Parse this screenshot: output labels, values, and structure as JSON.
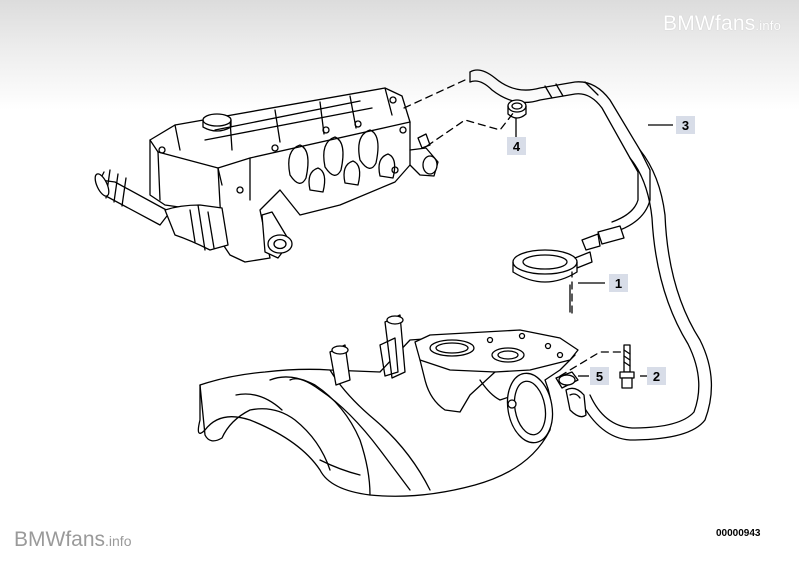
{
  "watermark_top": {
    "brand": "BMWfans",
    "suffix": ".info"
  },
  "watermark_bottom": {
    "brand": "BMWfans",
    "suffix": ".info"
  },
  "diagram_code": "00000943",
  "callouts": [
    {
      "id": "1",
      "label": "1"
    },
    {
      "id": "2",
      "label": "2"
    },
    {
      "id": "3",
      "label": "3"
    },
    {
      "id": "4",
      "label": "4"
    },
    {
      "id": "5",
      "label": "5"
    }
  ],
  "colors": {
    "callout_box": "#d8dde8",
    "line": "#000000",
    "watermark": "#ffffff"
  }
}
